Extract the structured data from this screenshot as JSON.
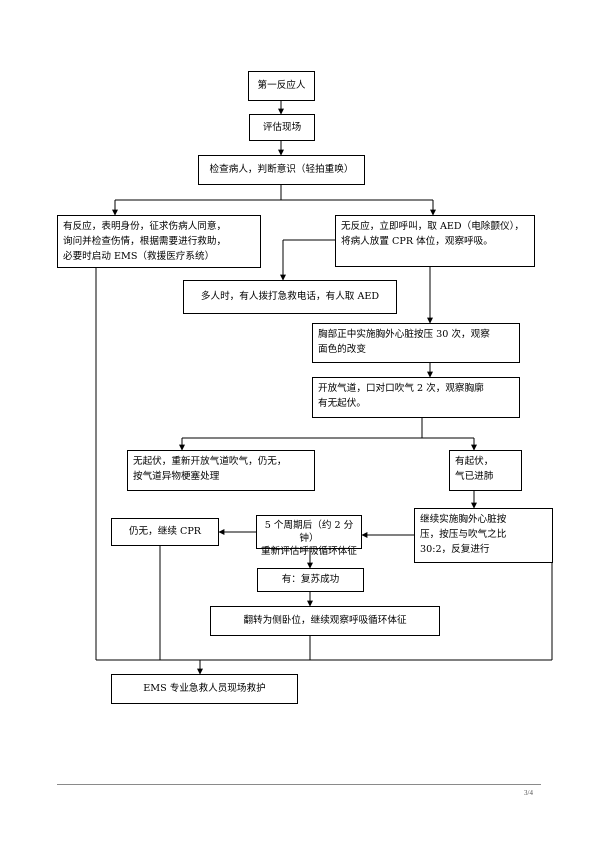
{
  "flowchart": {
    "first_responder": "第一反应人",
    "assess_scene": "评估现场",
    "check_patient": "检查病人，判断意识（轻拍重唤）",
    "responsive": "有反应，表明身份，征求伤病人同意，\n询问并检查伤情，根据需要进行救助，\n必要时启动 EMS（救援医疗系统）",
    "unresponsive": "无反应，立即呼叫，取 AED（电除颤仪），\n将病人放置 CPR 体位，观察呼吸。",
    "multiple_people": "多人时，有人拨打急救电话，有人取 AED",
    "chest_compressions": "胸部正中实施胸外心脏按压 30 次，观察\n面色的改变",
    "open_airway": "开放气道，口对口吹气 2 次，观察胸廓\n有无起伏。",
    "no_rise": "无起伏，重新开放气道吹气，仍无，\n按气道异物梗塞处理",
    "rise": "有起伏，\n气已进肺",
    "continue_compressions": "继续实施胸外心脏按\n压，按压与吹气之比\n30:2，反复进行",
    "reassess": "5 个周期后（约 2 分钟）\n重新评估呼吸循环体征",
    "still_none": "仍无，继续 CPR",
    "success": "有：复苏成功",
    "recovery_position": "翻转为侧卧位，继续观察呼吸循环体征",
    "ems": "EMS 专业急救人员现场救护"
  },
  "footer": {
    "page_number": "3/4"
  }
}
